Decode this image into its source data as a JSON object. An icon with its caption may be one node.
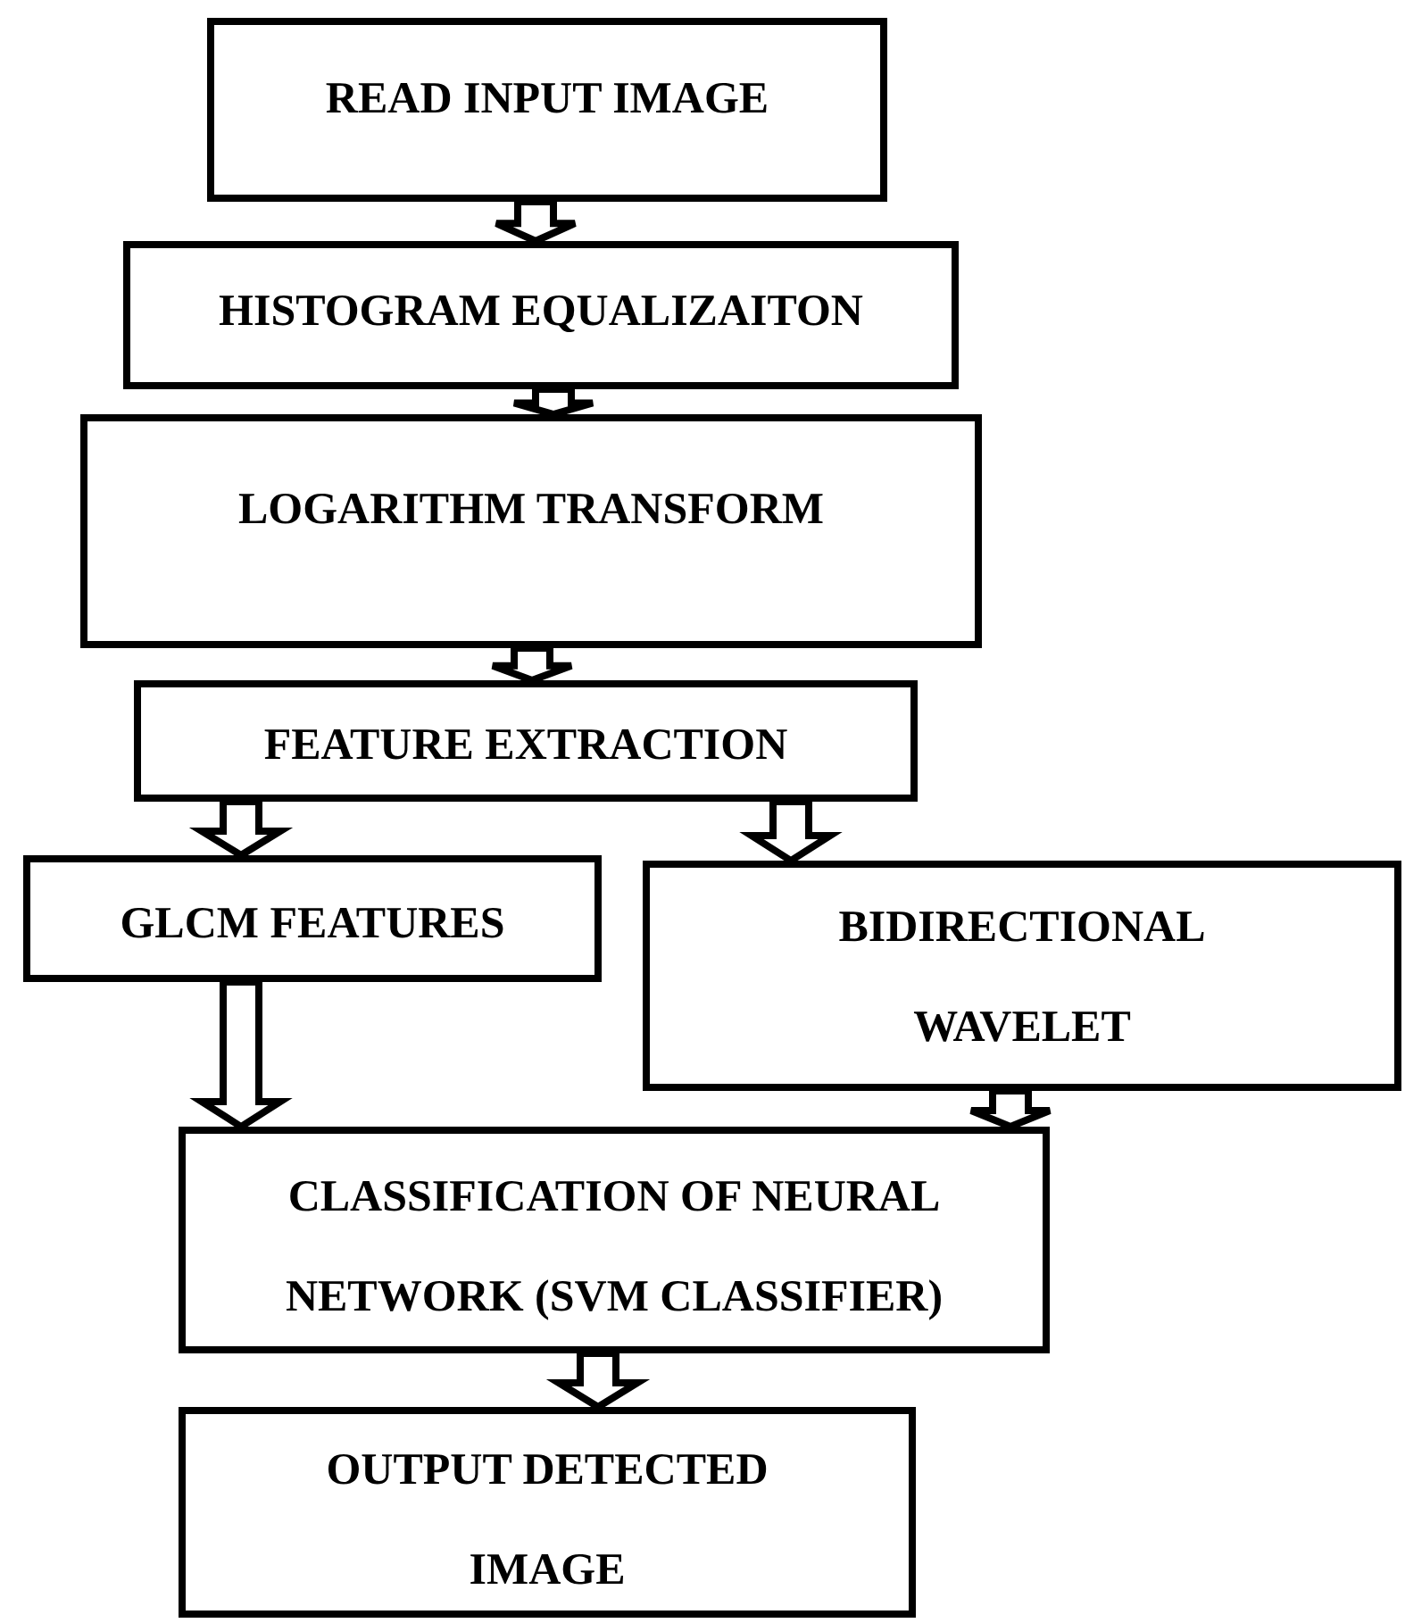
{
  "diagram": {
    "nodes": [
      {
        "text": [
          "READ INPUT IMAGE"
        ]
      },
      {
        "text": [
          "HISTOGRAM EQUALIZAITON"
        ]
      },
      {
        "text": [
          "LOGARITHM TRANSFORM"
        ]
      },
      {
        "text": [
          "FEATURE EXTRACTION"
        ]
      },
      {
        "text": [
          "GLCM FEATURES"
        ]
      },
      {
        "text": [
          "BIDIRECTIONAL WAVELET"
        ]
      },
      {
        "text": [
          "CLASSIFICATION OF NEURAL NETWORK (SVM CLASSIFIER)"
        ]
      },
      {
        "text": [
          "OUTPUT DETECTED IMAGE"
        ]
      }
    ],
    "edges": [
      {
        "from": 0,
        "to": 1,
        "arrow": "to"
      },
      {
        "from": 1,
        "to": 2,
        "arrow": "to"
      },
      {
        "from": 2,
        "to": 3,
        "arrow": "to"
      },
      {
        "from": 3,
        "to": 4,
        "arrow": "to"
      },
      {
        "from": 3,
        "to": 5,
        "arrow": "to"
      },
      {
        "from": 4,
        "to": 6,
        "arrow": "to"
      },
      {
        "from": 5,
        "to": 6,
        "arrow": "to"
      },
      {
        "from": 6,
        "to": 7,
        "arrow": "to"
      }
    ]
  }
}
